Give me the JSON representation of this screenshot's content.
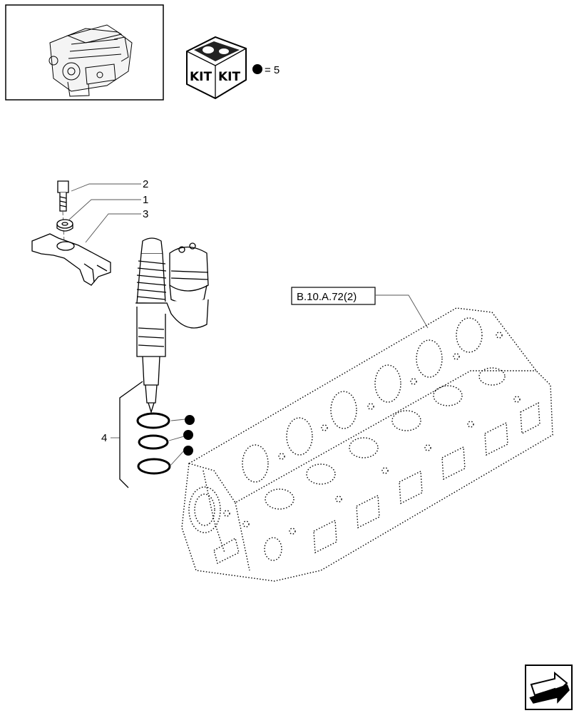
{
  "thumbnail": {
    "icon": "engine-thumbnail-icon"
  },
  "kit": {
    "word_left": "KIT",
    "word_right": "KIT",
    "legend_equals": "= 5"
  },
  "callouts": [
    {
      "number": "2"
    },
    {
      "number": "1"
    },
    {
      "number": "3"
    },
    {
      "number": "4"
    }
  ],
  "reference": {
    "code": "B.10.A.72(2)"
  },
  "navigation": {
    "icon": "next-page-arrow-icon"
  },
  "seal_dots": {
    "count_shown": 3,
    "color": "#000000"
  }
}
